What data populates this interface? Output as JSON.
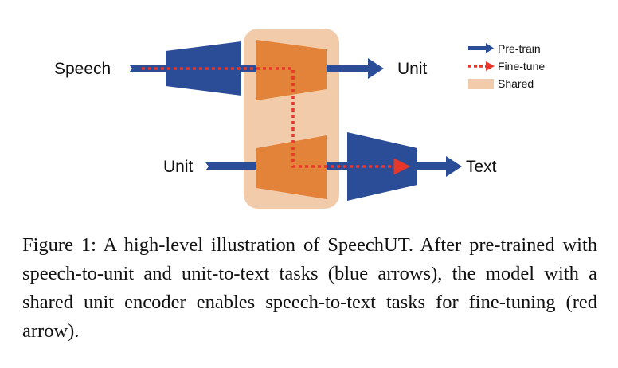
{
  "diagram": {
    "labels": {
      "speech_in": "Speech",
      "unit_out": "Unit",
      "unit_in": "Unit",
      "text_out": "Text"
    },
    "legend": {
      "pretrain": "Pre-train",
      "finetune": "Fine-tune",
      "shared": "Shared"
    },
    "colors": {
      "pretrain_blue": "#2b4c97",
      "finetune_red": "#e8362a",
      "encoder_orange": "#e38339",
      "shared_bg": "#f2cbaa"
    }
  },
  "caption": "Figure 1: A high-level illustration of SpeechUT. After pre-trained with speech-to-unit and unit-to-text tasks (blue arrows), the model with a shared unit encoder enables speech-to-text tasks for fine-tuning (red arrow)."
}
